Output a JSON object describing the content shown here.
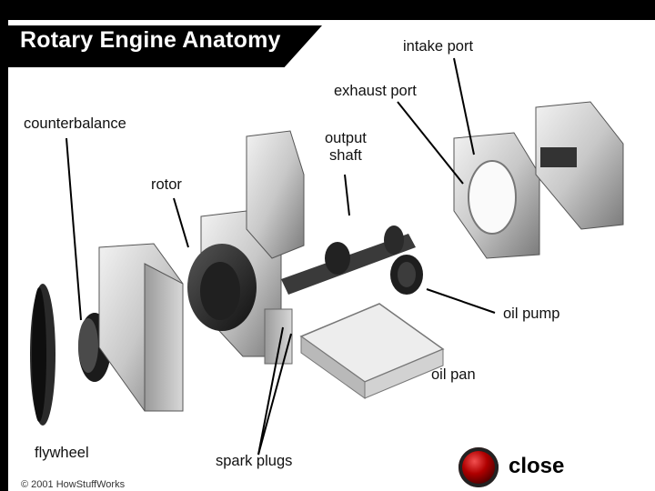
{
  "title": "Rotary Engine Anatomy",
  "labels": {
    "intake_port": "intake port",
    "exhaust_port": "exhaust port",
    "counterbalance": "counterbalance",
    "output_shaft_line1": "output",
    "output_shaft_line2": "shaft",
    "rotor": "rotor",
    "oil_pump": "oil pump",
    "oil_pan": "oil pan",
    "flywheel": "flywheel",
    "spark_plugs": "spark plugs"
  },
  "copyright": "© 2001 HowStuffWorks",
  "close_label": "close",
  "colors": {
    "background": "#000000",
    "panel": "#ffffff",
    "metal_light": "#e2e2e2",
    "metal_dark": "#6a6a6a",
    "close_red": "#c00000"
  }
}
